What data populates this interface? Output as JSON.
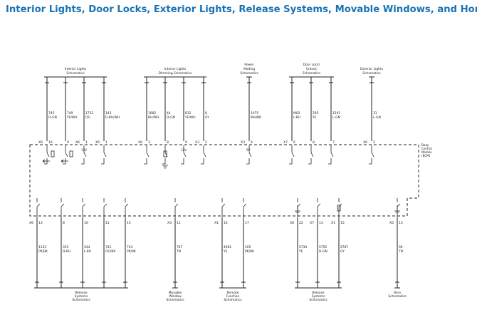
{
  "page": {
    "title": "Interior Lights, Door Locks, Exterior Lights, Release Systems, Movable Windows, and Horns"
  },
  "module": {
    "label_lines": [
      "Body",
      "Control",
      "Module",
      "(BCM)"
    ]
  },
  "top_groups": [
    {
      "name": "top-group-interior-lights",
      "label_lines": [
        "Interior Lights",
        "Schematics"
      ]
    },
    {
      "name": "top-group-interior-lights-dimming",
      "label_lines": [
        "Interior Lights",
        "Dimming Schematics"
      ]
    },
    {
      "name": "top-group-power-moding",
      "label_lines": [
        "Power",
        "Moding",
        "Schematics"
      ]
    },
    {
      "name": "top-group-door-lock-unlock",
      "label_lines": [
        "Door Lock/",
        "Unlock",
        "Schematics"
      ]
    },
    {
      "name": "top-group-exterior-lights",
      "label_lines": [
        "Exterior Lights",
        "Schematics"
      ]
    }
  ],
  "top_wires": [
    {
      "circuit": "745",
      "color": "D-GN",
      "conn": "X6",
      "pin": "16"
    },
    {
      "circuit": "749",
      "color": "YE/WH",
      "conn": "",
      "pin": "9"
    },
    {
      "circuit": "1732",
      "color": "OG",
      "conn": "X6",
      "pin": "1",
      "volt": "12V"
    },
    {
      "circuit": "143",
      "color": "D-BU/WH",
      "conn": "X6",
      "pin": "1"
    },
    {
      "circuit": "1682",
      "color": "BU/WH",
      "conn": "X6",
      "pin": "3"
    },
    {
      "circuit": "44",
      "color": "D-GN",
      "conn": "",
      "pin": "8"
    },
    {
      "circuit": "812",
      "color": "YE/WH",
      "conn": "",
      "pin": "9",
      "volt": "12V"
    },
    {
      "circuit": "8",
      "color": "GY",
      "conn": "X3",
      "pin": "2"
    },
    {
      "circuit": "1075",
      "color": "WH/BK",
      "conn": "X3",
      "pin": "4",
      "volt": "5V"
    },
    {
      "circuit": "M02",
      "color": "L-BU",
      "conn": "X7",
      "pin": "6"
    },
    {
      "circuit": "295",
      "color": "YE",
      "conn": "",
      "pin": "8"
    },
    {
      "circuit": "1591",
      "color": "L-GN",
      "conn": "",
      "pin": "7"
    },
    {
      "circuit": "31",
      "color": "L-GN",
      "conn": "X6",
      "pin": "2"
    }
  ],
  "bottom_wires": [
    {
      "circuit": "1135",
      "color": "PK/BK",
      "conn": "X6",
      "pin": "13"
    },
    {
      "circuit": "355",
      "color": "D-BU",
      "conn": "",
      "pin": "8"
    },
    {
      "circuit": "344",
      "color": "L-BU",
      "conn": "",
      "pin": "10"
    },
    {
      "circuit": "741",
      "color": "OG/BK",
      "conn": "",
      "pin": "11"
    },
    {
      "circuit": "743",
      "color": "PK/BK",
      "conn": "",
      "pin": "15"
    },
    {
      "circuit": "767",
      "color": "TN",
      "conn": "X3",
      "pin": "11"
    },
    {
      "circuit": "4081",
      "color": "YE",
      "conn": "X1",
      "pin": "14"
    },
    {
      "circuit": "105",
      "color": "PK/BK",
      "conn": "",
      "pin": "17"
    },
    {
      "circuit": "5734",
      "color": "YE",
      "conn": "X6",
      "pin": "22"
    },
    {
      "circuit": "5755",
      "color": "D-GN",
      "conn": "X7",
      "pin": "13"
    },
    {
      "circuit": "5787",
      "color": "GY",
      "conn": "X1",
      "pin": "15"
    },
    {
      "circuit": "96",
      "color": "TN",
      "conn": "X5",
      "pin": "13"
    }
  ],
  "bottom_groups": [
    {
      "name": "bottom-group-release-systems-1",
      "label_lines": [
        "Release",
        "Systems",
        "Schematics"
      ]
    },
    {
      "name": "bottom-group-movable-window",
      "label_lines": [
        "Movable",
        "Window",
        "Schematics"
      ]
    },
    {
      "name": "bottom-group-remote-function",
      "label_lines": [
        "Remote",
        "Function",
        "Schematics"
      ]
    },
    {
      "name": "bottom-group-release-systems-2",
      "label_lines": [
        "Release",
        "Systems",
        "Schematics"
      ]
    },
    {
      "name": "bottom-group-horn",
      "label_lines": [
        "Horn",
        "Schematics"
      ]
    }
  ]
}
